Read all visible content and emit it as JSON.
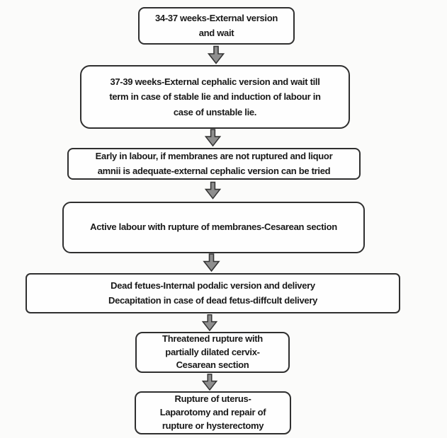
{
  "colors": {
    "page_bg": "#fbfbfa",
    "box_fill": "#fefefe",
    "box_border": "#2f2f2f",
    "text": "#191919",
    "arrow_fill": "#8e8e8e",
    "arrow_outline": "#343434"
  },
  "flow": {
    "type": "vertical-flowchart",
    "arrow_icon": "block-down-arrow",
    "nodes": [
      {
        "id": "external-version-34-37",
        "lines": [
          "34-37 weeks-External version",
          "and wait"
        ]
      },
      {
        "id": "external-cephalic-37-39",
        "lines": [
          "37-39 weeks-External cephalic version and wait till",
          "term in case of stable lie and induction of labour in",
          "case of unstable lie."
        ]
      },
      {
        "id": "early-labour-ecv",
        "lines": [
          "Early in labour, if membranes are not ruptured and liquor",
          "amnii is adequate-external cephalic version can be tried"
        ]
      },
      {
        "id": "active-labour-cesarean",
        "lines": [
          "Active labour with rupture of membranes-Cesarean section"
        ]
      },
      {
        "id": "dead-fetus-podalic-version",
        "lines": [
          "Dead fetues-Internal podalic version and delivery",
          "Decapitation in case of dead fetus-diffcult delivery"
        ]
      },
      {
        "id": "threatened-rupture-cesarean",
        "lines": [
          "Threatened rupture with",
          "partially dilated cervix-",
          "Cesarean section"
        ]
      },
      {
        "id": "rupture-uterus-laparotomy",
        "lines": [
          "Rupture of uterus-",
          "Laparotomy and repair of",
          "rupture or hysterectomy"
        ]
      }
    ]
  }
}
